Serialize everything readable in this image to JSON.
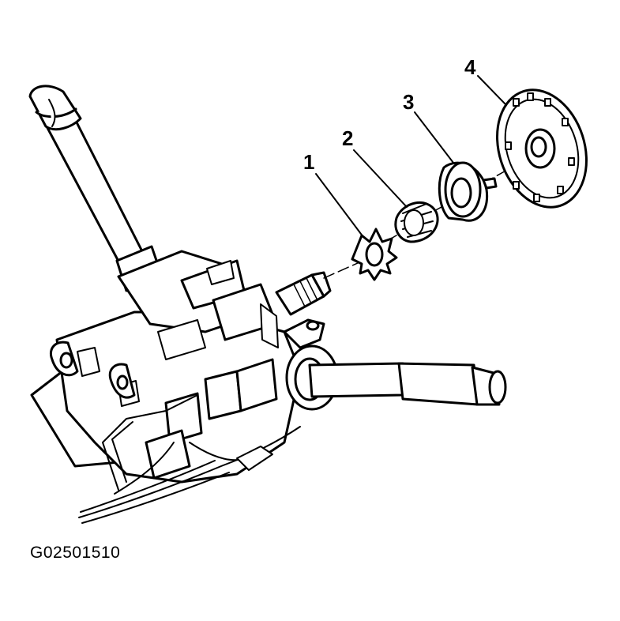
{
  "figure": {
    "id": "G02501510",
    "callouts": [
      "1",
      "2",
      "3",
      "4"
    ]
  },
  "colors": {
    "line": "#000000",
    "fill": "#ffffff"
  }
}
